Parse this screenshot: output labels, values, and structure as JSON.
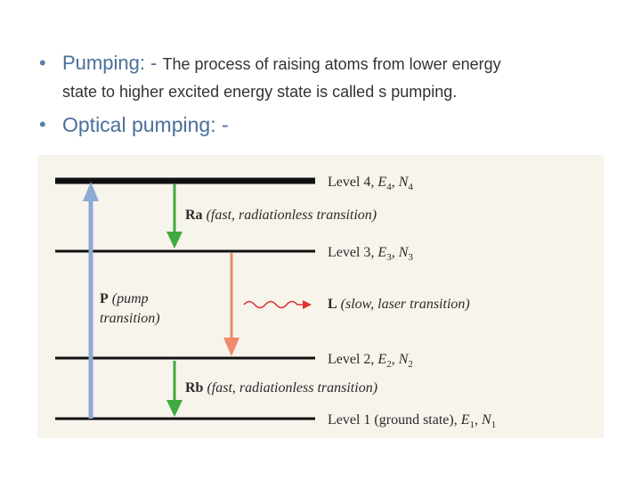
{
  "bullets": [
    {
      "head": "Pumping: - ",
      "body_line1": "The process of raising atoms from lower energy",
      "body_line2": "state to higher excited energy state is called s pumping."
    },
    {
      "head": "Optical pumping: -"
    }
  ],
  "diagram": {
    "levels": [
      {
        "label": "Level 4, ",
        "sym_e": "E",
        "sub_e": "4",
        "sym_n": "N",
        "sub_n": "4",
        "suffix": ""
      },
      {
        "label": "Level 3, ",
        "sym_e": "E",
        "sub_e": "3",
        "sym_n": "N",
        "sub_n": "3",
        "suffix": ""
      },
      {
        "label": "Level 2, ",
        "sym_e": "E",
        "sub_e": "2",
        "sym_n": "N",
        "sub_n": "2",
        "suffix": ""
      },
      {
        "label": "Level 1 (ground state), ",
        "sym_e": "E",
        "sub_e": "1",
        "sym_n": "N",
        "sub_n": "1",
        "suffix": ""
      }
    ],
    "pump": {
      "key": "P",
      "line1": " (pump",
      "line2": "transition)"
    },
    "ra": {
      "key": "Ra",
      "text": " (fast, radiationless transition)"
    },
    "laser": {
      "key": "L",
      "text": " (slow, laser transition)"
    },
    "rb": {
      "key": "Rb",
      "text": " (fast, radiationless transition)"
    },
    "colors": {
      "pump_arrow": "#8fa9d6",
      "relax_arrow": "#3faa3f",
      "laser_arrow": "#f08a6a",
      "photon": "#e03030",
      "level_line": "#111111"
    }
  }
}
